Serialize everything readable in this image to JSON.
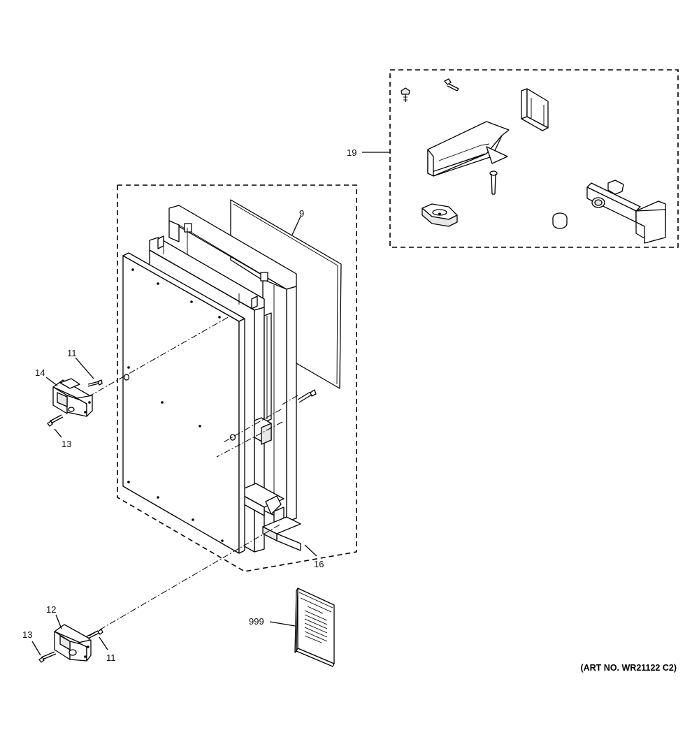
{
  "labels": {
    "l9": "9",
    "l11a": "11",
    "l11b": "11",
    "l12": "12",
    "l13a": "13",
    "l13b": "13",
    "l14": "14",
    "l16": "16",
    "l19": "19",
    "l999": "999"
  },
  "art_number": "(ART NO. WR21122 C2)"
}
